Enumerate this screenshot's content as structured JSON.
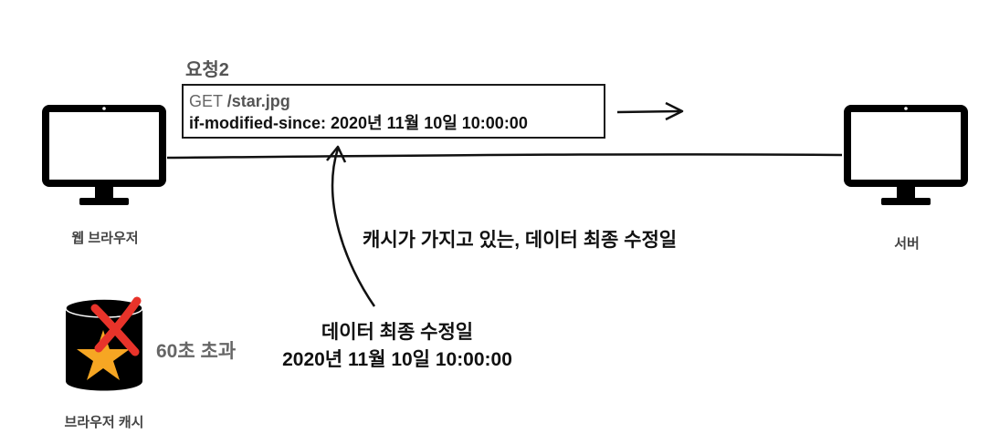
{
  "request": {
    "title": "요청2",
    "method": "GET",
    "path": "/star.jpg",
    "header_line": "if-modified-since: 2020년 11월 10일 10:00:00"
  },
  "client": {
    "label": "웹 브라우저"
  },
  "server": {
    "label": "서버"
  },
  "cache": {
    "label": "브라우저 캐시",
    "status_text": "60초 초과"
  },
  "annotations": {
    "cache_note": "캐시가 가지고 있는, 데이터 최종 수정일",
    "last_modified_title": "데이터 최종 수정일",
    "last_modified_value": "2020년 11월 10일 10:00:00"
  },
  "icons": {
    "client": "monitor-icon",
    "server": "monitor-icon",
    "cache": "cylinder-star-icon",
    "expired": "red-x-icon"
  },
  "colors": {
    "star": "#F6A623",
    "cross": "#E8332A",
    "line": "#111111"
  }
}
